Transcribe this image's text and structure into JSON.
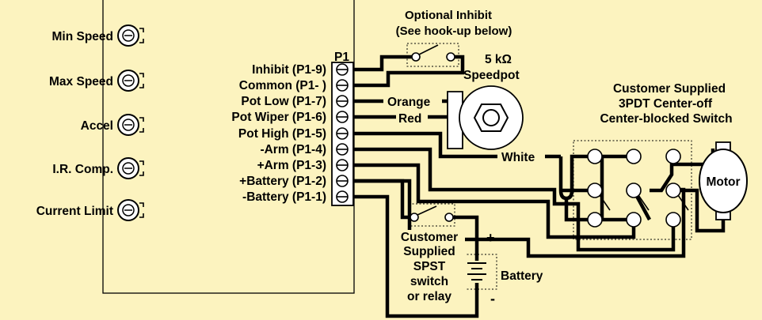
{
  "trimpots": {
    "items": [
      {
        "label": "Min Speed"
      },
      {
        "label": "Max Speed"
      },
      {
        "label": "Accel"
      },
      {
        "label": "I.R. Comp."
      },
      {
        "label": "Current Limit"
      }
    ]
  },
  "connector": {
    "name": "P1",
    "pins": [
      {
        "label": "Inhibit (P1-9)"
      },
      {
        "label": "Common (P1- )"
      },
      {
        "label": "Pot Low (P1-7)"
      },
      {
        "label": "Pot Wiper (P1-6)"
      },
      {
        "label": "Pot High (P1-5)"
      },
      {
        "label": "-Arm (P1-4)"
      },
      {
        "label": "+Arm (P1-3)"
      },
      {
        "label": "+Battery (P1-2)"
      },
      {
        "label": "-Battery (P1-1)"
      }
    ]
  },
  "inhibit": {
    "line1": "Optional Inhibit",
    "line2": "(See hook-up below)"
  },
  "speedpot": {
    "line1": "5 kΩ",
    "line2": "Speedpot"
  },
  "wires": {
    "orange": "Orange",
    "red": "Red",
    "white": "White"
  },
  "switch": {
    "line1": "Customer Supplied",
    "line2": "3PDT Center-off",
    "line3": "Center-blocked Switch"
  },
  "motor": {
    "label": "Motor"
  },
  "spst": {
    "line1": "Customer",
    "line2": "Supplied",
    "line3": "SPST",
    "line4": "switch",
    "line5": "or relay"
  },
  "battery": {
    "label": "Battery",
    "plus": "+",
    "minus": "-"
  }
}
